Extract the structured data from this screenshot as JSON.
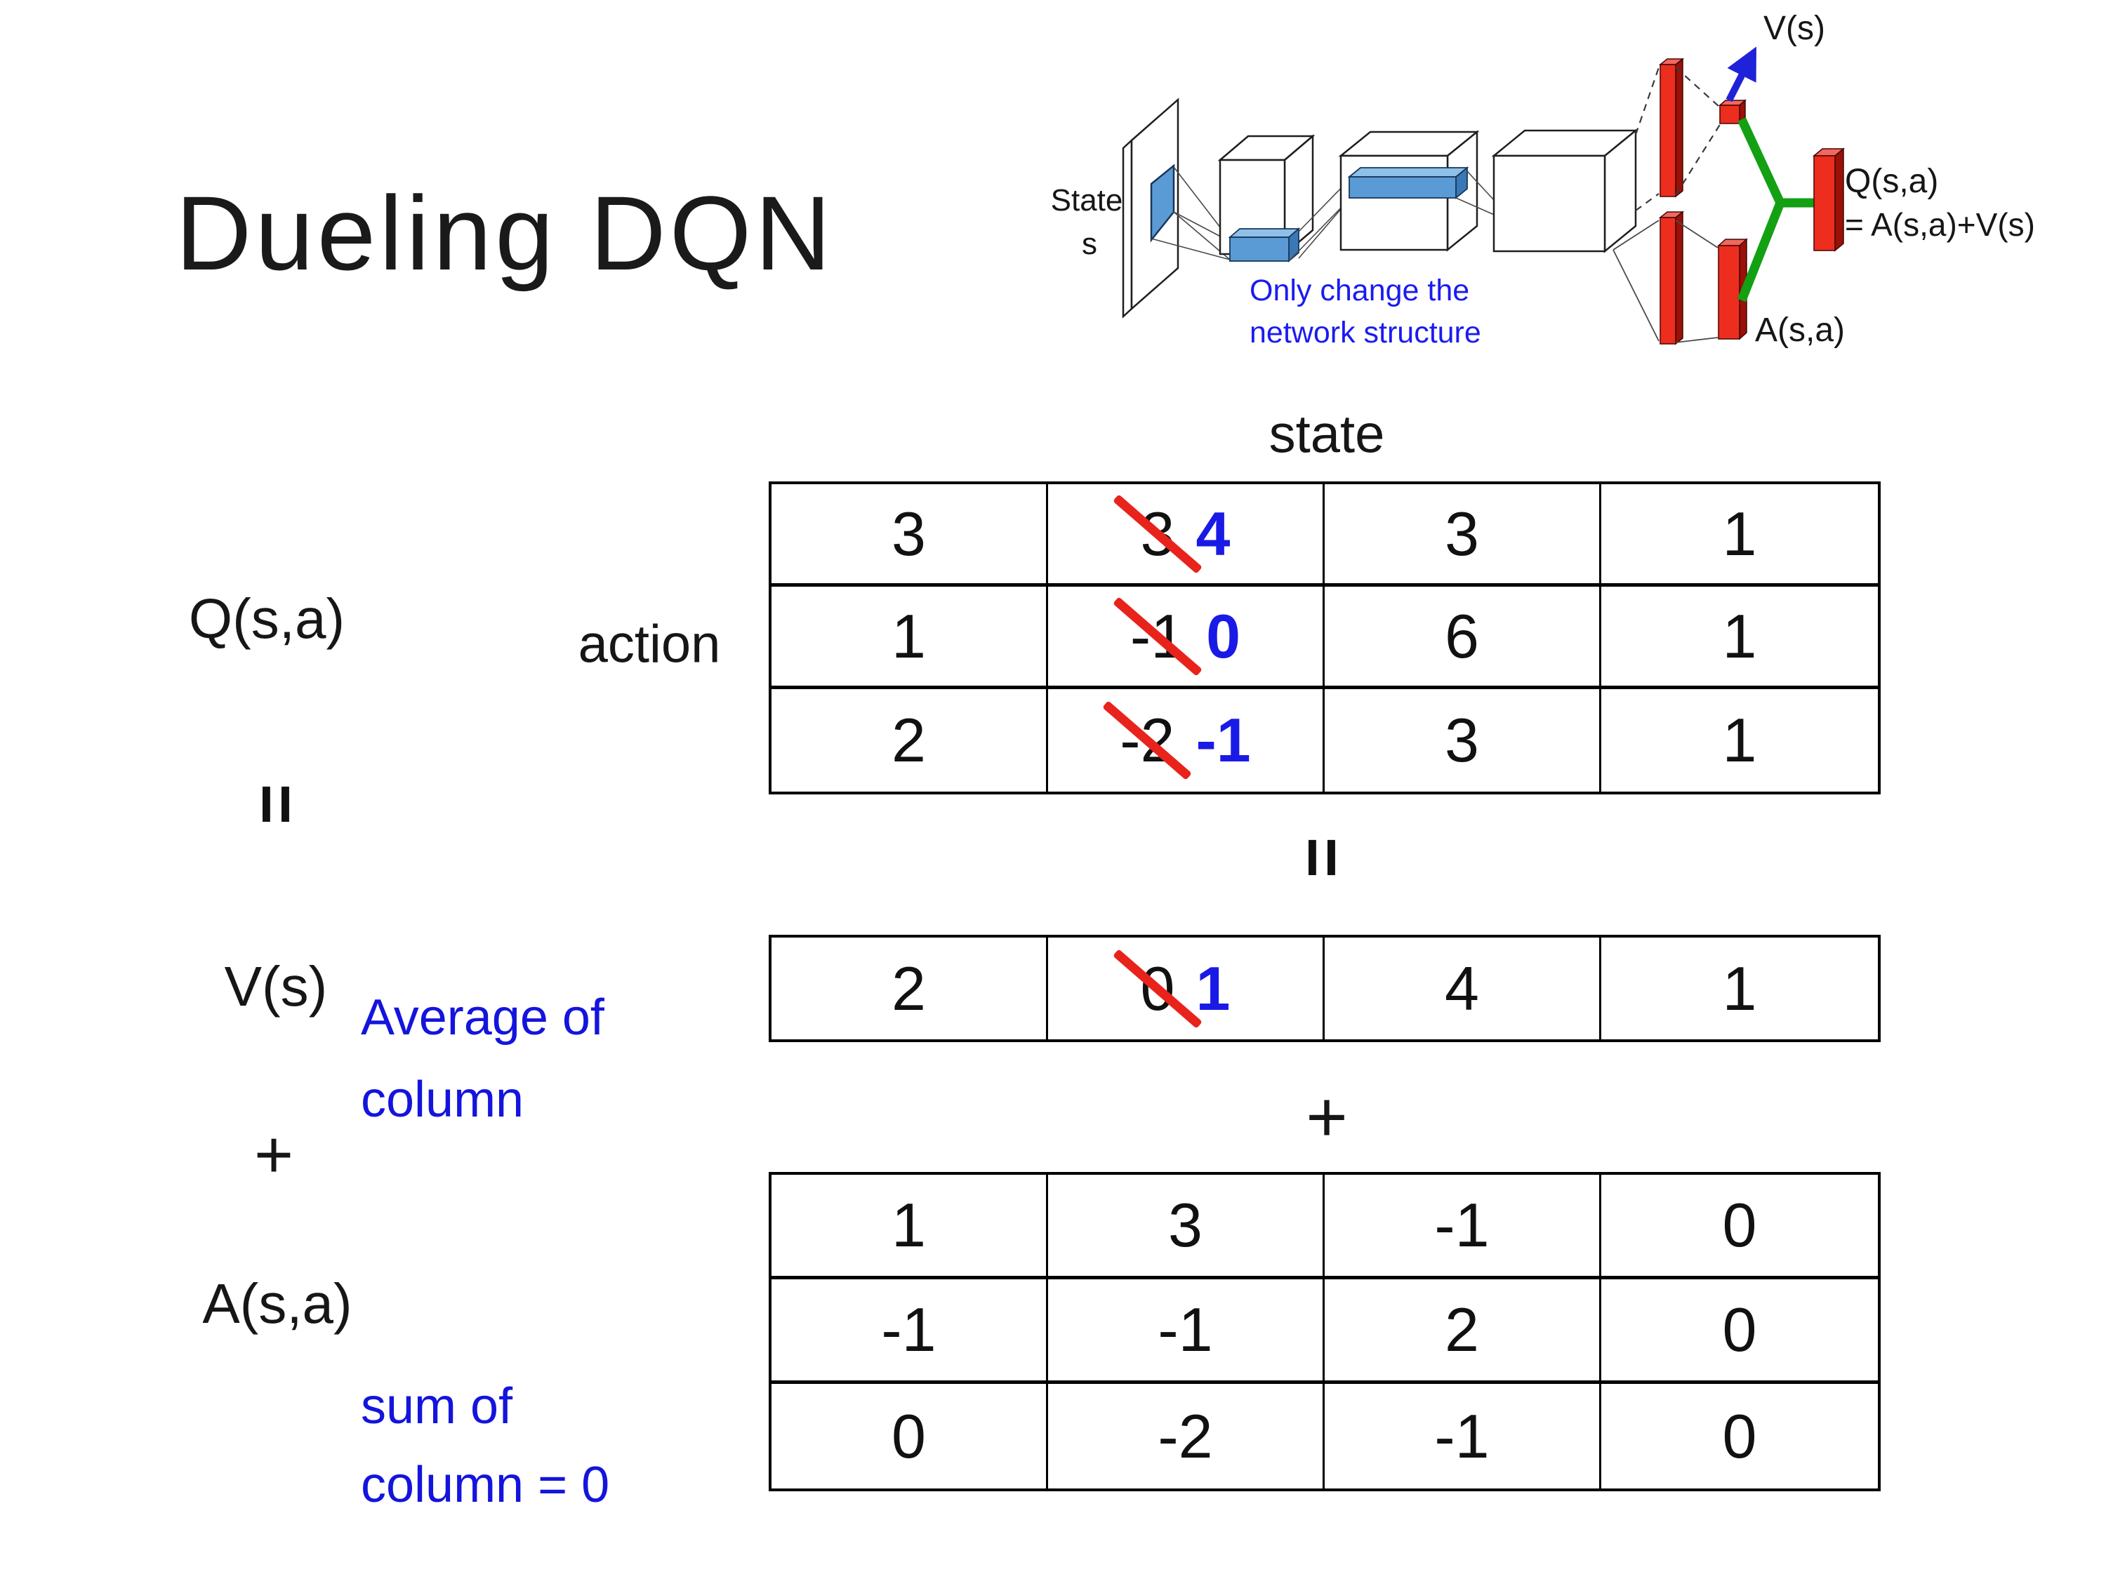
{
  "title": "Dueling DQN",
  "colors": {
    "accent_blue": "#1a1ae6",
    "note_blue": "#1414dd",
    "diagram_note_blue": "#1b1bf0",
    "strike_red": "#e8231c",
    "bar_red": "#ed2d1e",
    "branch_green": "#13a013",
    "conv_blue": "#5b9bd5"
  },
  "diagram": {
    "state_label_line1": "State",
    "state_label_line2": "s",
    "note_line1": "Only change the",
    "note_line2": "network structure",
    "v_output_label": "V(s)",
    "q_output_label": "Q(s,a)",
    "q_formula": "= A(s,a)+V(s)",
    "a_output_label": "A(s,a)"
  },
  "equation": {
    "q_label": "Q(s,a)",
    "equals_left": "=",
    "v_label": "V(s)",
    "plus_left": "+",
    "a_label": "A(s,a)",
    "avg_note_line1": "Average of",
    "avg_note_line2": "column",
    "sum_note_line1": "sum of",
    "sum_note_line2": "column = 0",
    "state_header": "state",
    "action_header": "action",
    "equals_center": "=",
    "plus_center": "+"
  },
  "q_table": {
    "rows": [
      [
        {
          "v": "3"
        },
        {
          "old": "3",
          "new": "4"
        },
        {
          "v": "3"
        },
        {
          "v": "1"
        }
      ],
      [
        {
          "v": "1"
        },
        {
          "old": "-1",
          "new": "0"
        },
        {
          "v": "6"
        },
        {
          "v": "1"
        }
      ],
      [
        {
          "v": "2"
        },
        {
          "old": "-2",
          "new": "-1"
        },
        {
          "v": "3"
        },
        {
          "v": "1"
        }
      ]
    ]
  },
  "v_table": {
    "cells": [
      {
        "v": "2"
      },
      {
        "old": "0",
        "new": "1"
      },
      {
        "v": "4"
      },
      {
        "v": "1"
      }
    ]
  },
  "a_table": {
    "rows": [
      [
        {
          "v": "1"
        },
        {
          "v": "3"
        },
        {
          "v": "-1"
        },
        {
          "v": "0"
        }
      ],
      [
        {
          "v": "-1"
        },
        {
          "v": "-1"
        },
        {
          "v": "2"
        },
        {
          "v": "0"
        }
      ],
      [
        {
          "v": "0"
        },
        {
          "v": "-2"
        },
        {
          "v": "-1"
        },
        {
          "v": "0"
        }
      ]
    ]
  }
}
